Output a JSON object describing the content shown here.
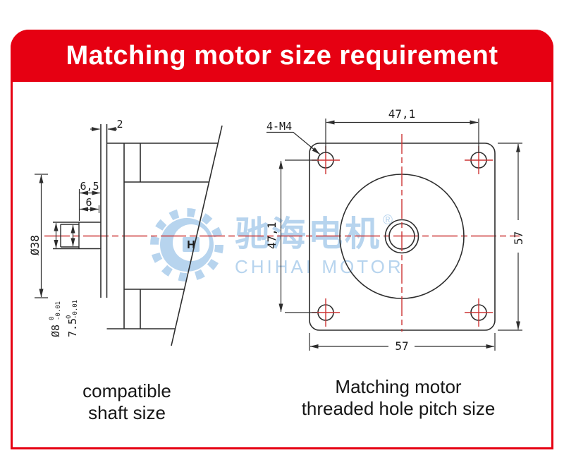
{
  "banner": {
    "title": "Matching motor size requirement"
  },
  "colors": {
    "banner_red": "#e60012",
    "drawing_line_black": "#2d2d2d",
    "centerline_red": "#cc3434",
    "watermark_blue": "#b7d4ee"
  },
  "watermark": {
    "brand_cn": "驰海电机",
    "brand_en": "CHIHAI MOTOR",
    "registered": "®",
    "gear_monogram": "H"
  },
  "left_view": {
    "caption": {
      "line1": "compatible",
      "line2": "shaft size"
    },
    "dims": {
      "boss_thickness": "2",
      "shaft_length_total": "6,5",
      "shaft_length_flat": "6",
      "boss_diameter": "Ø38",
      "shaft_diameter": "Ø8",
      "shaft_dia_tol_upper": "0",
      "shaft_dia_tol_lower": "-0.01",
      "shaft_flat_width": "7.5",
      "shaft_flat_tol_upper": "0",
      "shaft_flat_tol_lower": "-0.01"
    }
  },
  "right_view": {
    "caption": {
      "line1": "Matching motor",
      "line2": "threaded hole pitch size"
    },
    "dims": {
      "thread_spec": "4-M4",
      "hole_pitch_horizontal": "47,1",
      "hole_pitch_vertical": "47,1",
      "plate_height": "57",
      "plate_width": "57"
    }
  }
}
